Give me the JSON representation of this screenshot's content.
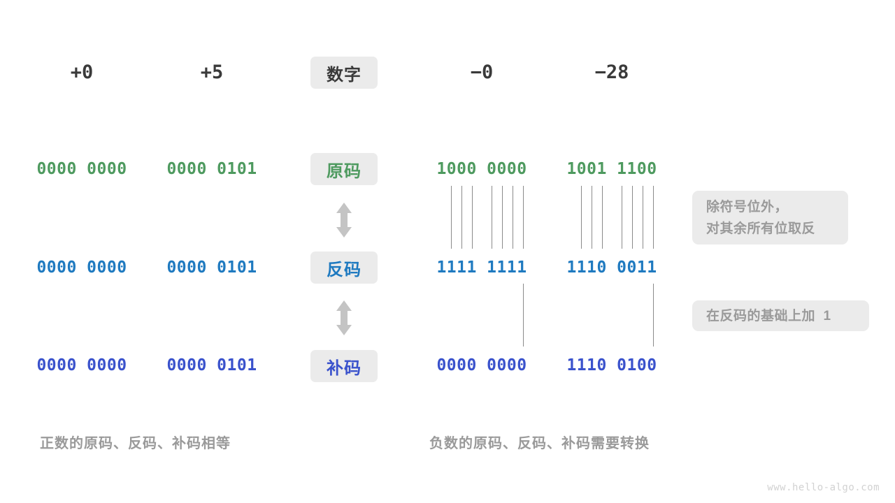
{
  "columns": {
    "left": [
      {
        "id": "plus-zero",
        "header": "+0"
      },
      {
        "id": "plus-five",
        "header": "+5"
      }
    ],
    "right": [
      {
        "id": "minus-zero",
        "header": "−0"
      },
      {
        "id": "minus-twentyeight",
        "header": "−28"
      }
    ]
  },
  "center_labels": {
    "number": "数字",
    "sign_magnitude": "原码",
    "ones_complement": "反码",
    "twos_complement": "补码"
  },
  "rows": {
    "sign_magnitude": {
      "label": "原码",
      "color": "#4e9a5f",
      "values": {
        "plus-zero": "0000 0000",
        "plus-five": "0000 0101",
        "minus-zero": "1000 0000",
        "minus-twentyeight": "1001 1100"
      }
    },
    "ones_complement": {
      "label": "反码",
      "color": "#1f7ac0",
      "values": {
        "plus-zero": "0000 0000",
        "plus-five": "0000 0101",
        "minus-zero": "1111 1111",
        "minus-twentyeight": "1110 0011"
      }
    },
    "twos_complement": {
      "label": "补码",
      "color": "#3a52cc",
      "values": {
        "plus-zero": "0000 0000",
        "plus-five": "0000 0101",
        "minus-zero": "0000 0000",
        "minus-twentyeight": "1110 0100"
      }
    }
  },
  "notes": {
    "invert": {
      "line1": "除符号位外，",
      "line2": "对其余所有位取反"
    },
    "add_one": {
      "line1": "在反码的基础上加  1"
    }
  },
  "captions": {
    "positive": "正数的原码、反码、补码相等",
    "negative": "负数的原码、反码、补码需要转换"
  },
  "watermark": "www.hello-algo.com",
  "colors": {
    "chip_bg": "#ebebeb",
    "green": "#4e9a5f",
    "blue": "#1f7ac0",
    "indigo": "#3a52cc",
    "gray_text": "#9a9a9a",
    "dark_text": "#3a3a3a",
    "line": "#8a8a8a",
    "arrow": "#c4c4c4"
  }
}
